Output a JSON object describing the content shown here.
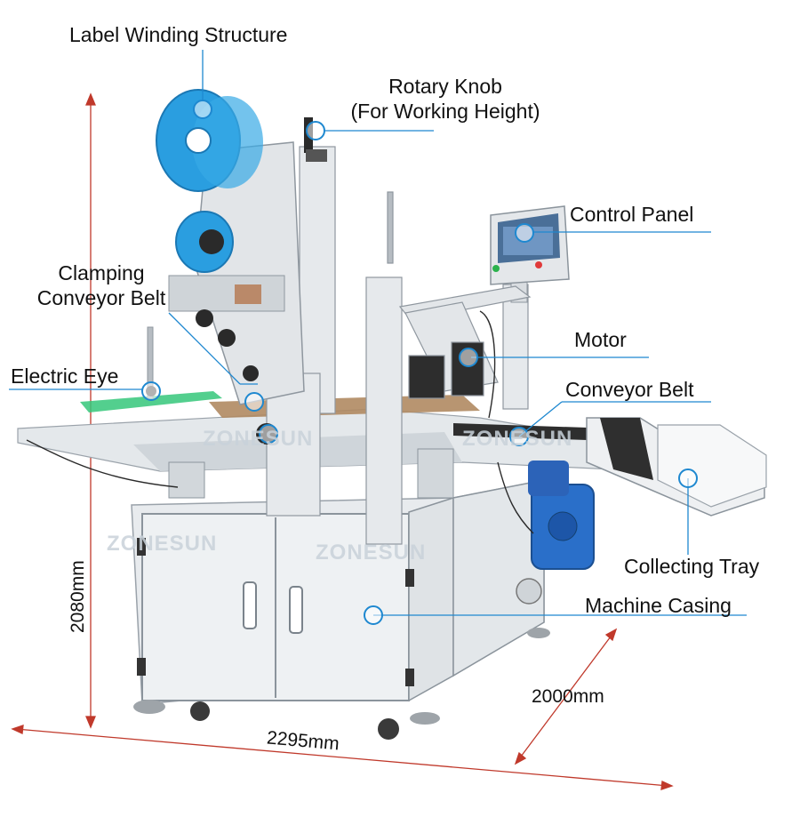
{
  "labels": {
    "label_winding": "Label Winding Structure",
    "rotary_knob_1": "Rotary Knob",
    "rotary_knob_2": "(For Working Height)",
    "control_panel": "Control Panel",
    "clamping_1": "Clamping",
    "clamping_2": "Conveyor Belt",
    "motor": "Motor",
    "electric_eye": "Electric Eye",
    "conveyor_belt": "Conveyor Belt",
    "collecting_tray": "Collecting Tray",
    "machine_casing": "Machine Casing"
  },
  "dimensions": {
    "height": "2080mm",
    "depth": "2000mm",
    "width": "2295mm"
  },
  "watermarks": [
    "ZONESUN",
    "ZONESUN",
    "ZONESUN",
    "ZONESUN"
  ],
  "colors": {
    "accent": "#1e88d0",
    "dimension": "#c0392b",
    "reel": "#2a9ee0",
    "frame": "#d9dde1"
  }
}
